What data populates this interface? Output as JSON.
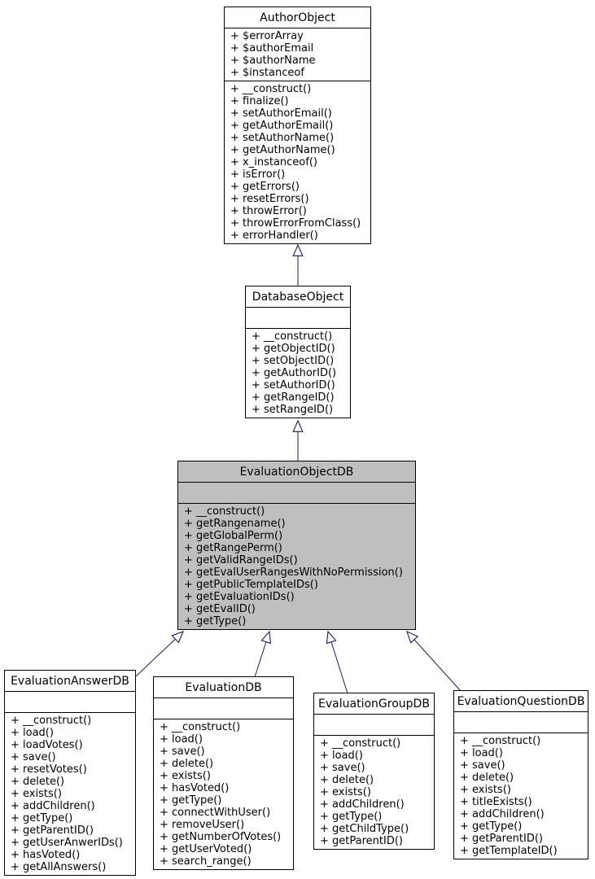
{
  "colors": {
    "edge-color": "#191970",
    "highlight-fill": "#bfbfbf",
    "box-fill": "#ffffff",
    "border-color": "#000000"
  },
  "classes": [
    {
      "name": "AuthorObject",
      "attributes": [
        "+ $errorArray",
        "+ $authorEmail",
        "+ $authorName",
        "+ $instanceof"
      ],
      "methods": [
        "+ __construct()",
        "+ finalize()",
        "+ setAuthorEmail()",
        "+ getAuthorEmail()",
        "+ setAuthorName()",
        "+ getAuthorName()",
        "+ x_instanceof()",
        "+ isError()",
        "+ getErrors()",
        "+ resetErrors()",
        "+ throwError()",
        "+ throwErrorFromClass()",
        "+ errorHandler()"
      ]
    },
    {
      "name": "DatabaseObject",
      "attributes": [],
      "methods": [
        "+ __construct()",
        "+ getObjectID()",
        "+ setObjectID()",
        "+ getAuthorID()",
        "+ setAuthorID()",
        "+ getRangeID()",
        "+ setRangeID()"
      ]
    },
    {
      "name": "EvaluationObjectDB",
      "attributes": [],
      "methods": [
        "+ __construct()",
        "+ getRangename()",
        "+ getGlobalPerm()",
        "+ getRangePerm()",
        "+ getValidRangeIDs()",
        "+ getEvalUserRangesWithNoPermission()",
        "+ getPublicTemplateIDs()",
        "+ getEvaluationIDs()",
        "+ getEvalID()",
        "+ getType()"
      ]
    },
    {
      "name": "EvaluationAnswerDB",
      "attributes": [],
      "methods": [
        "+ __construct()",
        "+ load()",
        "+ loadVotes()",
        "+ save()",
        "+ resetVotes()",
        "+ delete()",
        "+ exists()",
        "+ addChildren()",
        "+ getType()",
        "+ getParentID()",
        "+ getUserAnwerIDs()",
        "+ hasVoted()",
        "+ getAllAnswers()"
      ]
    },
    {
      "name": "EvaluationDB",
      "attributes": [],
      "methods": [
        "+ __construct()",
        "+ load()",
        "+ save()",
        "+ delete()",
        "+ exists()",
        "+ hasVoted()",
        "+ getType()",
        "+ connectWithUser()",
        "+ removeUser()",
        "+ getNumberOfVotes()",
        "+ getUserVoted()",
        "+ search_range()"
      ]
    },
    {
      "name": "EvaluationGroupDB",
      "attributes": [],
      "methods": [
        "+ __construct()",
        "+ load()",
        "+ save()",
        "+ delete()",
        "+ exists()",
        "+ addChildren()",
        "+ getType()",
        "+ getChildType()",
        "+ getParentID()"
      ]
    },
    {
      "name": "EvaluationQuestionDB",
      "attributes": [],
      "methods": [
        "+ __construct()",
        "+ load()",
        "+ save()",
        "+ delete()",
        "+ exists()",
        "+ titleExists()",
        "+ addChildren()",
        "+ getType()",
        "+ getParentID()",
        "+ getTemplateID()"
      ]
    }
  ],
  "edges": [
    {
      "from": "DatabaseObject",
      "to": "AuthorObject",
      "type": "inheritance"
    },
    {
      "from": "EvaluationObjectDB",
      "to": "DatabaseObject",
      "type": "inheritance"
    },
    {
      "from": "EvaluationAnswerDB",
      "to": "EvaluationObjectDB",
      "type": "inheritance"
    },
    {
      "from": "EvaluationDB",
      "to": "EvaluationObjectDB",
      "type": "inheritance"
    },
    {
      "from": "EvaluationGroupDB",
      "to": "EvaluationObjectDB",
      "type": "inheritance"
    },
    {
      "from": "EvaluationQuestionDB",
      "to": "EvaluationObjectDB",
      "type": "inheritance"
    }
  ]
}
